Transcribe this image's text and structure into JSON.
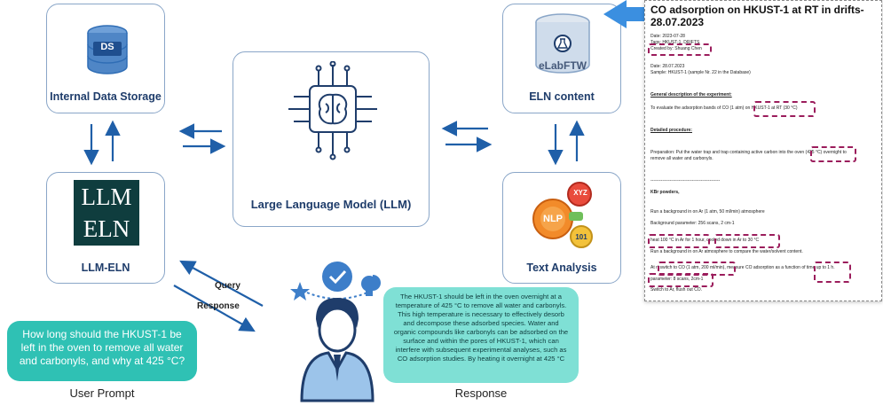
{
  "boxes": {
    "internal_storage": {
      "label": "Internal Data Storage",
      "icon_text": "DS"
    },
    "llm": {
      "label": "Large Language Model (LLM)"
    },
    "eln_content": {
      "label": "ELN content",
      "icon_text": "eLabFTW"
    },
    "llm_eln": {
      "label": "LLM-ELN",
      "logo_line1": "LLM",
      "logo_line2": "ELN"
    },
    "text_analysis": {
      "label": "Text Analysis",
      "gear_labels": [
        "XYZ",
        "NLP",
        "101"
      ]
    }
  },
  "flow": {
    "query_label": "Query",
    "response_label": "Response"
  },
  "user_prompt": {
    "text": "How long should the HKUST-1 be left in the oven to remove all water and carbonyls, and why at 425 °C?",
    "caption": "User Prompt"
  },
  "response": {
    "text": "The HKUST-1 should be left in the oven overnight at a temperature of 425 °C to remove all water and carbonyls. This high temperature is necessary to effectively desorb and decompose these adsorbed species. Water and organic compounds like carbonyls can be adsorbed on the surface and within the pores of HKUST-1, which can interfere with subsequent experimental analyses, such as CO adsorption studies. By heating it overnight at 425 °C",
    "caption": "Response"
  },
  "document": {
    "title": "CO adsorption on HKUST-1 at RT in drifts-28.07.2023",
    "lines": [
      "Date: 2023-07-28",
      "Tags: HKUST-1, DRIFTS",
      "Created by: Shuang Chen",
      "Date:        28.07.2023",
      "Sample:     HKUST-1 (sample Nr. 22 in the Database)",
      "General description of the experiment:",
      "To evaluate the adsorption bands of CO (1 atm) on HKUST-1 at RT (30 °C)",
      "Detailed procedure:",
      "Preparation: Put the water trap and trap containing active carbon into the oven (425 °C) overnight to",
      "remove all water and carbonyls.",
      "-----------------------------------------------",
      "KBr powders,",
      "Run a background in on Ar (1 atm, 50 ml/min) atmosphere",
      "Background parameter: 256 scans, 2 cm-1",
      "heat 100 °C in Ar for 1 hour, cooled down in Ar to 30 °C",
      "Run a background in on Ar atmosphere to compare the water/solvent content.",
      "At rt switch to CO (1 atm, 200 ml/min), measure CO adsorption as a function of time up to 1 h.",
      "parameter: 8 scans, 2cm-1",
      "Switch to Ar, flush out CO."
    ]
  },
  "colors": {
    "accent": "#1f5fa8",
    "box_border": "#8aa6c8",
    "bubble": "#2fc1b4",
    "bubble_light": "#7fe0d5",
    "highlight": "#9b1d5c"
  }
}
